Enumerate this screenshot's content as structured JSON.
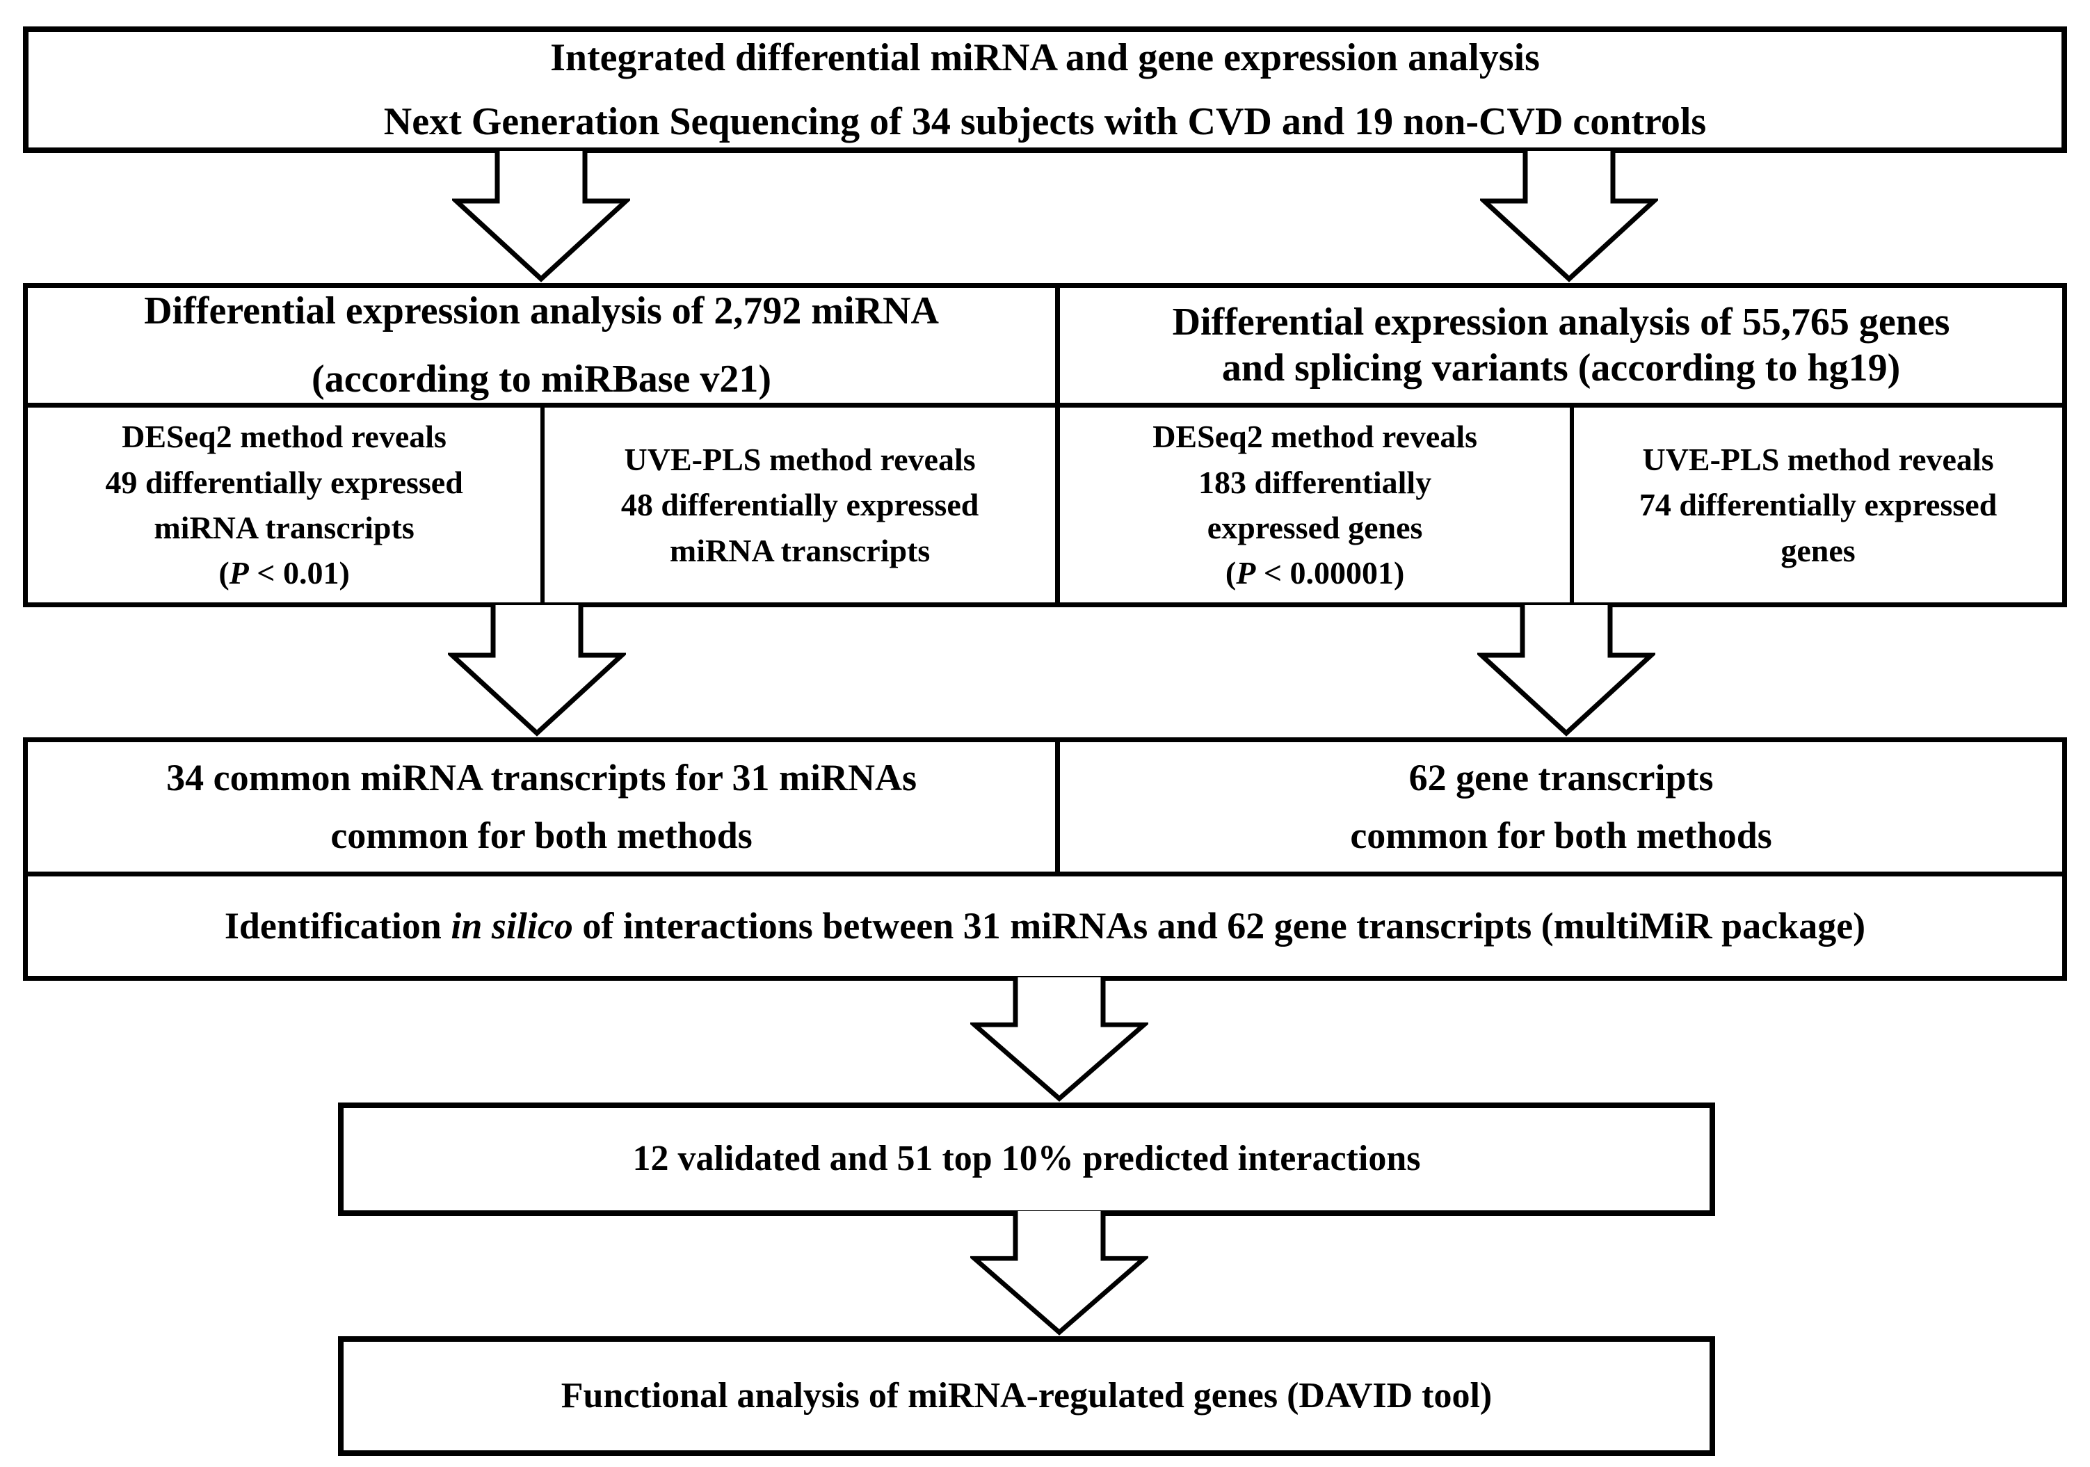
{
  "colors": {
    "ink": "#000000",
    "paper": "#ffffff"
  },
  "flowchart": {
    "top": {
      "line1": "Integrated differential miRNA and gene expression analysis",
      "line2": "Next Generation Sequencing of 34 subjects with CVD and 19 non-CVD controls"
    },
    "mirna": {
      "header_line1": "Differential expression analysis of 2,792 miRNA",
      "header_line2": "(according to miRBase v21)",
      "deseq2_line1": "DESeq2 method reveals",
      "deseq2_line2": "49 differentially expressed",
      "deseq2_line3": "miRNA transcripts",
      "deseq2_p_open": "(",
      "deseq2_p_italic": "P",
      "deseq2_p_rest": " < 0.01)",
      "uvepls_line1": "UVE-PLS method reveals",
      "uvepls_line2": "48 differentially expressed",
      "uvepls_line3": "miRNA transcripts",
      "common_line1": "34 common miRNA transcripts for 31 miRNAs",
      "common_line2": "common for both methods"
    },
    "genes": {
      "header_line1": "Differential expression analysis of 55,765 genes",
      "header_line2": "and splicing variants (according to hg19)",
      "deseq2_line1": "DESeq2 method reveals",
      "deseq2_line2": "183 differentially",
      "deseq2_line3": "expressed genes",
      "deseq2_p_open": "(",
      "deseq2_p_italic": "P",
      "deseq2_p_rest": " < 0.00001)",
      "uvepls_line1": "UVE-PLS method reveals",
      "uvepls_line2": "74 differentially expressed",
      "uvepls_line3": "genes",
      "common_line1": "62 gene transcripts",
      "common_line2": "common for both methods"
    },
    "insilico": {
      "prefix": "Identification ",
      "italic": "in silico",
      "suffix": " of interactions between 31 miRNAs and 62 gene transcripts (multiMiR package)"
    },
    "validated": "12 validated and 51 top 10% predicted interactions",
    "functional": "Functional analysis of miRNA-regulated genes (DAVID tool)"
  }
}
